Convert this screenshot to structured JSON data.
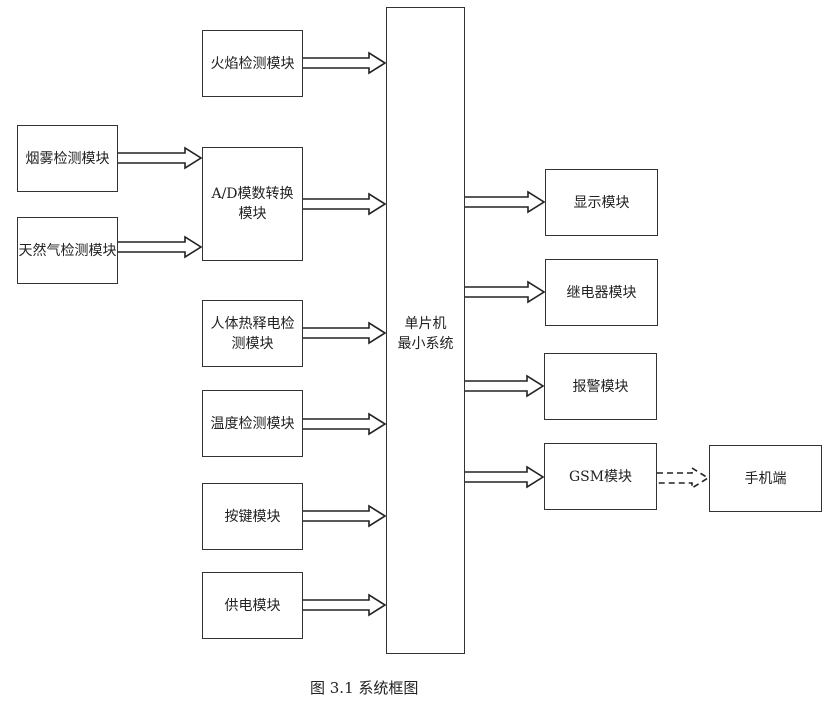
{
  "diagram": {
    "type": "system-block-diagram",
    "nodes": {
      "flame": "火焰检测模块",
      "smoke": "烟雾检测模块",
      "gas": "天然气检测模块",
      "adc": "A/D模数转换模块",
      "pir": "人体热释电检测模块",
      "temp": "温度检测模块",
      "key": "按键模块",
      "power": "供电模块",
      "mcu_line1": "单片机",
      "mcu_line2": "最小系统",
      "display": "显示模块",
      "relay": "继电器模块",
      "alarm": "报警模块",
      "gsm": "GSM模块",
      "phone": "手机端"
    },
    "edges": [
      {
        "from": "smoke",
        "to": "adc",
        "style": "solid"
      },
      {
        "from": "gas",
        "to": "adc",
        "style": "solid"
      },
      {
        "from": "flame",
        "to": "mcu",
        "style": "solid"
      },
      {
        "from": "adc",
        "to": "mcu",
        "style": "solid"
      },
      {
        "from": "pir",
        "to": "mcu",
        "style": "solid"
      },
      {
        "from": "temp",
        "to": "mcu",
        "style": "solid"
      },
      {
        "from": "key",
        "to": "mcu",
        "style": "solid"
      },
      {
        "from": "power",
        "to": "mcu",
        "style": "solid"
      },
      {
        "from": "mcu",
        "to": "display",
        "style": "solid"
      },
      {
        "from": "mcu",
        "to": "relay",
        "style": "solid"
      },
      {
        "from": "mcu",
        "to": "alarm",
        "style": "solid"
      },
      {
        "from": "mcu",
        "to": "gsm",
        "style": "solid"
      },
      {
        "from": "gsm",
        "to": "phone",
        "style": "dashed"
      }
    ]
  },
  "caption": "图 3.1  系统框图"
}
